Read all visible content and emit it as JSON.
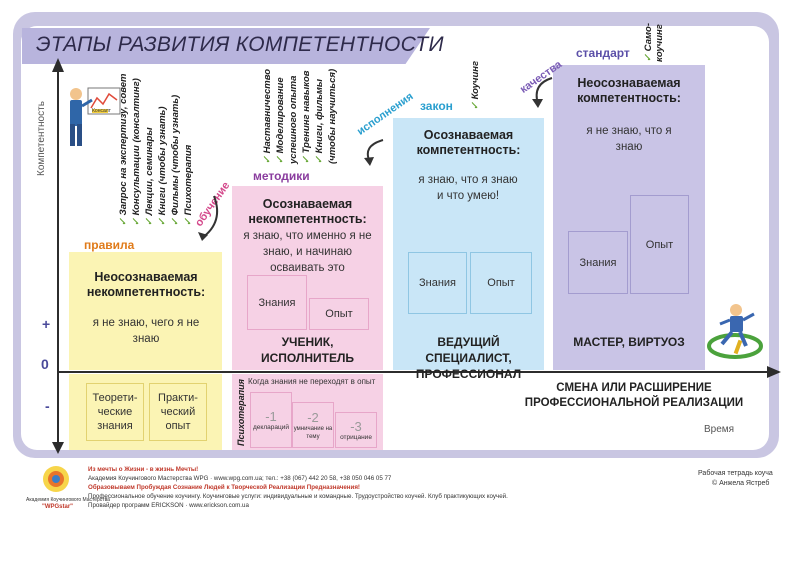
{
  "title": "ЭТАПЫ РАЗВИТИЯ КОМПЕТЕНТНОСТИ",
  "axes": {
    "y_label": "Компетентность",
    "x_label": "Время",
    "plus": "+",
    "zero": "0",
    "minus": "-"
  },
  "stages": [
    {
      "title": "Неосознаваемая некомпетентность:",
      "text": "я не знаю, чего я не знаю",
      "color": "#fbf4b4"
    },
    {
      "title": "Осознаваемая некомпетентность:",
      "text": "я знаю, что именно я не знаю, и начинаю осваивать это",
      "knowledge": "Знания",
      "experience": "Опыт",
      "role": "УЧЕНИК, ИСПОЛНИТЕЛЬ",
      "color": "#f6d1e5"
    },
    {
      "title": "Осознаваемая компетентность:",
      "text": "я знаю, что я знаю и что умею!",
      "knowledge": "Знания",
      "experience": "Опыт",
      "role": "ВЕДУЩИЙ СПЕЦИАЛИСТ, ПРОФЕССИОНАЛ",
      "color": "#c9e6f7"
    },
    {
      "title": "Неосознаваемая компетентность:",
      "text": "я не знаю, что я знаю",
      "knowledge": "Знания",
      "experience": "Опыт",
      "role": "МАСТЕР, ВИРТУОЗ",
      "color": "#c9c4e6"
    }
  ],
  "negative": {
    "theory": "Теорети-ческие знания",
    "practice": "Практи-ческий опыт",
    "psychotherapy": "Психотерапия",
    "when_not": "Когда знания не переходят в опыт",
    "items": [
      {
        "num": "-1",
        "label": "деклараций"
      },
      {
        "num": "-2",
        "label": "умничание на тему"
      },
      {
        "num": "-3",
        "label": "отрицание"
      }
    ]
  },
  "change_label": "СМЕНА ИЛИ РАСШИРЕНИЕ ПРОФЕССИОНАЛЬНОЙ РЕАЛИЗАЦИИ",
  "tags": {
    "rules": "правила",
    "learning": "обучение",
    "methods": "методики",
    "execution": "исполнения",
    "law": "закон",
    "quality": "качества",
    "standard": "стандарт"
  },
  "list_learning": [
    "Запрос на экспертизу, совет",
    "Консультации (консалтинг)",
    "Лекции, семинары",
    "Книги (чтобы узнать)",
    "Фильмы (чтобы узнать)",
    "Психотерапия"
  ],
  "list_methods": [
    "Наставничество",
    "Моделирование",
    "успешного опыта",
    "Тренинг навыков",
    "Книги, фильмы",
    "(чтобы научиться)"
  ],
  "coaching": "Коучинг",
  "self_coaching": "Само-коучинг",
  "figure_label": "Консалт",
  "footer": {
    "line1": "Из мечты о Жизни - в жизнь Мечты!",
    "line2": "Академия Коучингового Мастерства WPG · www.wpg.com.ua; тел.: +38 (067) 442 20 58, +38 050 046 05 77",
    "line3": "Образовываем Пробуждая Сознание Людей к Творческой Реализации Предназначения!",
    "line4": "Профессиональное обучение коучингу. Коучинговые услуги: индивидуальные и командные. Трудоустройство коучей. Клуб практикующих коучей.",
    "line5": "Провайдер программ ERICKSON · www.erickson.com.ua",
    "logo_text": "Академия Коучингового Мастерства",
    "logo_brand": "\"WPGstar\"",
    "right1": "Рабочая тетрадь коуча",
    "right2": "© Анжела Ястреб"
  },
  "colors": {
    "frame": "#c9c6e2",
    "title_band": "#b8b4dd",
    "rules": "#e07b1a",
    "learning": "#d44a8c",
    "methods": "#8a3c9e",
    "execution": "#2a9fcf",
    "law": "#2a9fcf",
    "quality": "#7a5bb5",
    "standard": "#5b4fa8"
  }
}
